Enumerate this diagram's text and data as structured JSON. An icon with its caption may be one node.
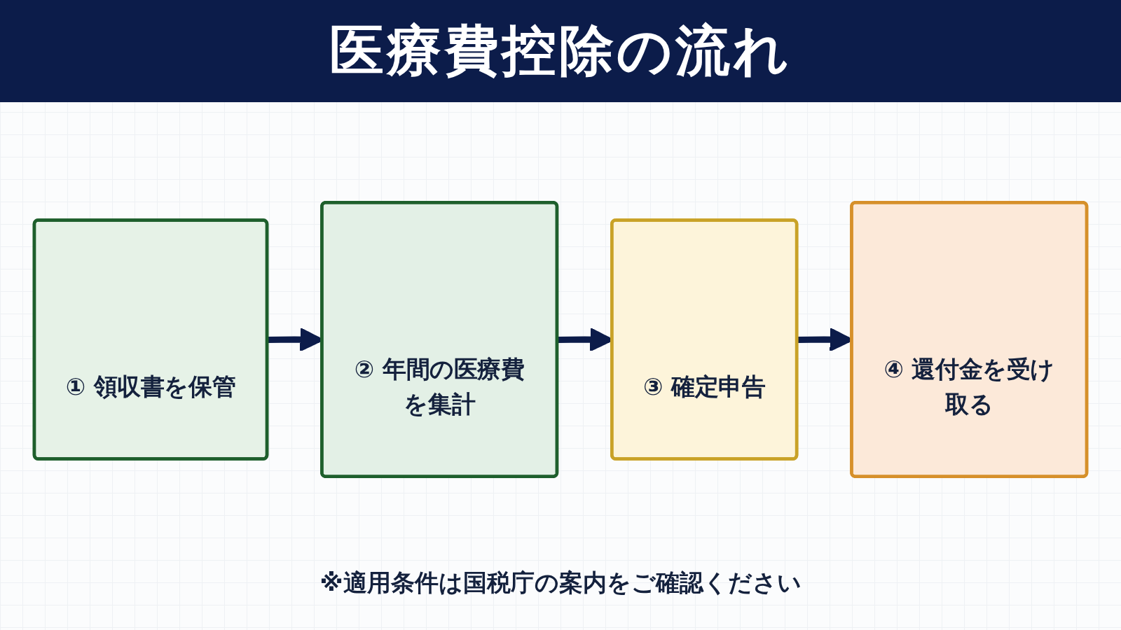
{
  "diagram": {
    "title": "医療費控除の流れ",
    "nodes": [
      {
        "text": [
          "① 領収書を保管"
        ]
      },
      {
        "text": [
          "② 年間の医療費を集計"
        ]
      },
      {
        "text": [
          "③ 確定申告"
        ]
      },
      {
        "text": [
          "④ 還付金を受け取る"
        ]
      }
    ],
    "edges": [
      {
        "from": 0,
        "to": 1,
        "arrow": "to"
      },
      {
        "from": 1,
        "to": 2,
        "arrow": "to"
      },
      {
        "from": 2,
        "to": 3,
        "arrow": "to"
      }
    ],
    "caption": "※適用条件は国税庁の案内をご確認ください"
  }
}
